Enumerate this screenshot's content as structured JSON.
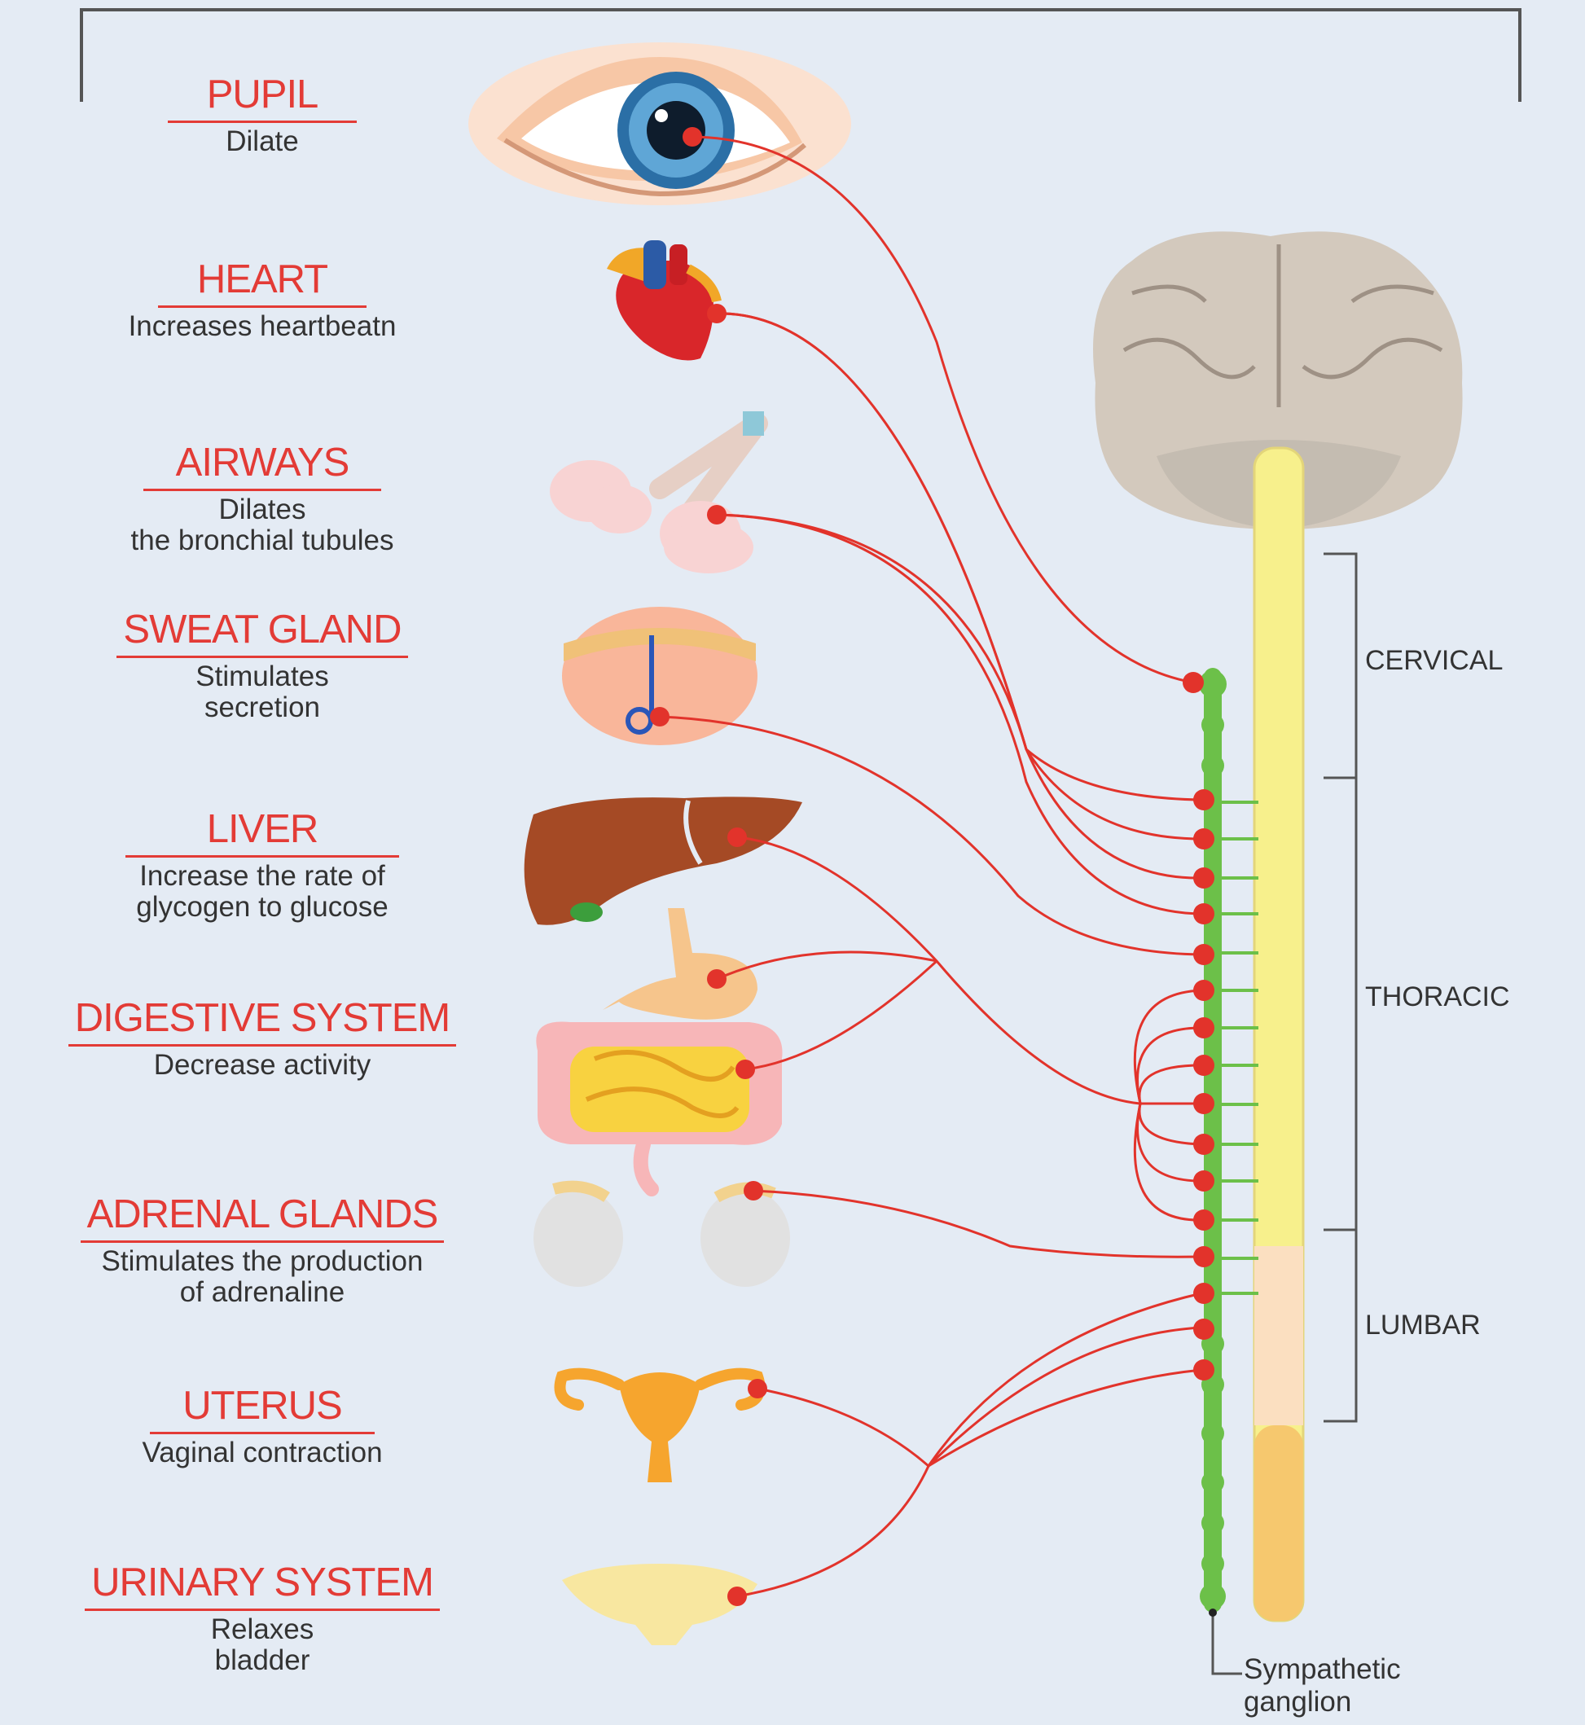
{
  "organs": [
    {
      "title": "PUPIL",
      "desc": "Dilate"
    },
    {
      "title": "HEART",
      "desc": "Increases heartbeatn"
    },
    {
      "title": "AIRWAYS",
      "desc": "Dilates\nthe bronchial tubules"
    },
    {
      "title": "SWEAT GLAND",
      "desc": "Stimulates\nsecretion"
    },
    {
      "title": "LIVER",
      "desc": "Increase the rate of\nglycogen to glucose"
    },
    {
      "title": "DIGESTIVE SYSTEM",
      "desc": "Decrease activity"
    },
    {
      "title": "ADRENAL GLANDS",
      "desc": "Stimulates the production\nof adrenaline"
    },
    {
      "title": "UTERUS",
      "desc": "Vaginal contraction"
    },
    {
      "title": "URINARY SYSTEM",
      "desc": "Relaxes\nbladder"
    }
  ],
  "spine_regions": {
    "cervical": "CERVICAL",
    "thoracic": "THORACIC",
    "lumbar": "LUMBAR"
  },
  "ganglion_label": "Sympathetic\nganglion",
  "colors": {
    "background": "#e4ebf4",
    "label_red": "#e33b36",
    "nerve_red": "#e2332b",
    "ganglion_chain": "#6cc049",
    "spinal_cord": "#f7f08c"
  }
}
